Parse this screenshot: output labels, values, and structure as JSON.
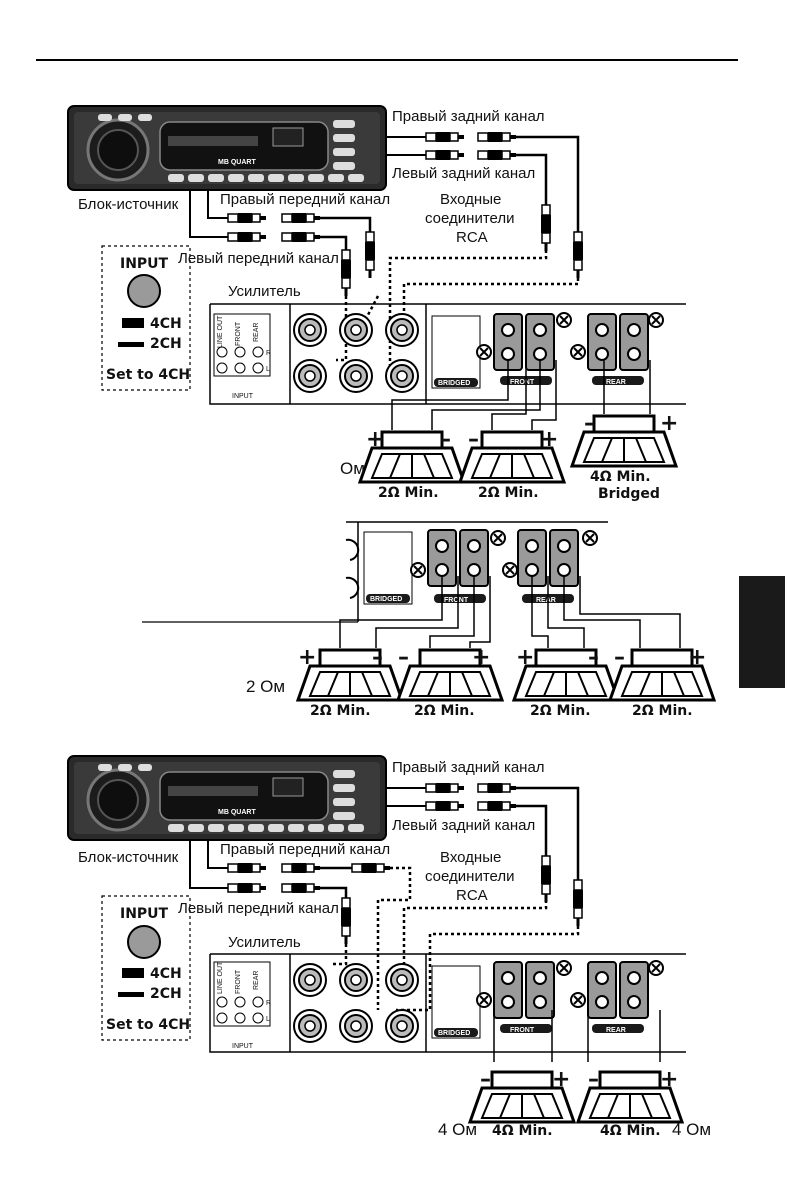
{
  "diagram1": {
    "source_label": "Блок-источник",
    "rear_right": "Правый задний канал",
    "rear_left": "Левый задний канал",
    "front_right": "Правый передний канал",
    "front_left": "Левый передний канал",
    "rca_line1": "Входные",
    "rca_line2": "соединители",
    "rca_line3": "RCA",
    "amp_label": "Усилитель",
    "input_title": "INPUT",
    "input_4ch": "4CH",
    "input_2ch": "2CH",
    "input_set": "Set to 4CH",
    "left_ohm": "Ом",
    "spk_min": [
      "2Ω Min.",
      "2Ω Min.",
      "4Ω Min."
    ],
    "bridged_note": "Bridged"
  },
  "diagram2": {
    "left_ohm": "2 Ом",
    "spk_min": [
      "2Ω Min.",
      "2Ω Min.",
      "2Ω Min.",
      "2Ω Min."
    ]
  },
  "diagram3": {
    "source_label": "Блок-источник",
    "rear_right": "Правый задний канал",
    "rear_left": "Левый задний канал",
    "front_right": "Правый передний канал",
    "front_left": "Левый передний канал",
    "rca_line1": "Входные",
    "rca_line2": "соединители",
    "rca_line3": "RCA",
    "amp_label": "Усилитель",
    "input_title": "INPUT",
    "input_4ch": "4CH",
    "input_2ch": "2CH",
    "input_set": "Set to 4CH",
    "left_ohm": "4 Ом",
    "right_ohm": "4 Ом",
    "spk_min": [
      "4Ω Min.",
      "4Ω Min."
    ]
  },
  "panel": {
    "line_out": "LINE OUT",
    "front": "FRONT",
    "rear": "REAR",
    "input": "INPUT",
    "bridged": "BRIDGED",
    "r": "R",
    "l": "L"
  },
  "colors": {
    "ink": "#111111",
    "tab": "#1a1a1a",
    "knob": "#9a9a9a"
  }
}
